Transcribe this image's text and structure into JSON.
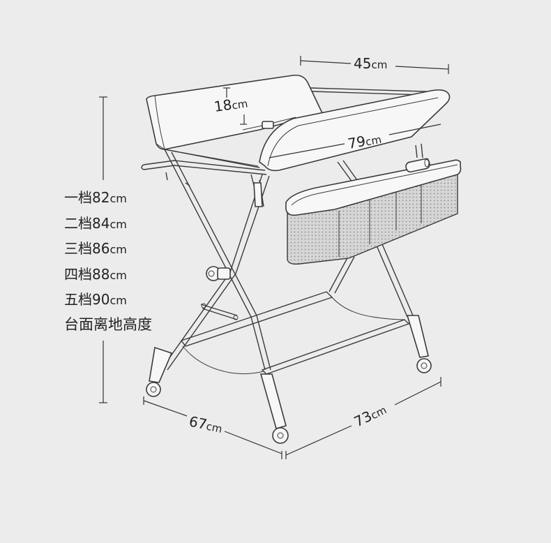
{
  "dimensions": {
    "width": {
      "value": "45",
      "unit": "cm"
    },
    "depth": {
      "value": "18",
      "unit": "cm"
    },
    "length": {
      "value": "79",
      "unit": "cm"
    },
    "base_depth": {
      "value": "67",
      "unit": "cm"
    },
    "base_length": {
      "value": "73",
      "unit": "cm"
    }
  },
  "heights": {
    "levels": [
      {
        "label": "一档",
        "value": "82",
        "unit": "cm"
      },
      {
        "label": "二档",
        "value": "84",
        "unit": "cm"
      },
      {
        "label": "三档",
        "value": "86",
        "unit": "cm"
      },
      {
        "label": "四档",
        "value": "88",
        "unit": "cm"
      },
      {
        "label": "五档",
        "value": "90",
        "unit": "cm"
      }
    ],
    "caption": "台面离地高度"
  },
  "colors": {
    "background": "#ececec",
    "line": "#3a3a3a",
    "text": "#222222"
  }
}
